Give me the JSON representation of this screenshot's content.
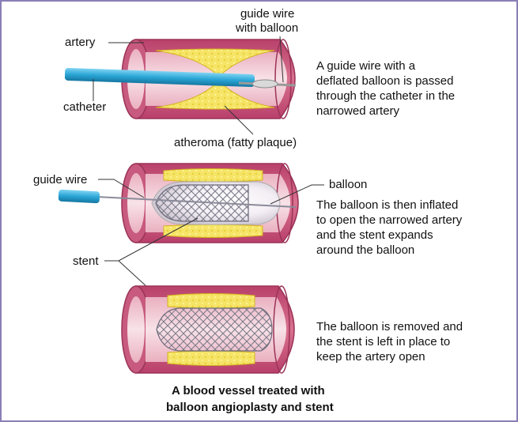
{
  "labels": {
    "artery": "artery",
    "guide_wire_with_balloon_1": "guide wire",
    "guide_wire_with_balloon_2": "with balloon",
    "catheter": "catheter",
    "atheroma": "atheroma (fatty plaque)",
    "guide_wire": "guide wire",
    "balloon": "balloon",
    "stent": "stent"
  },
  "steps": [
    {
      "lines": [
        "A guide wire with a",
        "deflated balloon is passed",
        "through the catheter in the",
        "narrowed artery"
      ]
    },
    {
      "lines": [
        "The balloon is then inflated",
        "to open the narrowed artery",
        "and the stent expands",
        "around the balloon"
      ]
    },
    {
      "lines": [
        "The balloon is removed and",
        "the stent is left in place to",
        "keep the artery open"
      ]
    }
  ],
  "caption": {
    "line1": "A blood vessel treated with",
    "line2": "balloon angioplasty and stent"
  },
  "colors": {
    "vessel_wall": "#c9557a",
    "vessel_inner": "#e7a0b4",
    "lumen": "#f6d6de",
    "plaque": "#f3e25a",
    "catheter": "#2aa6d6",
    "frame": "#8a7fb5"
  }
}
